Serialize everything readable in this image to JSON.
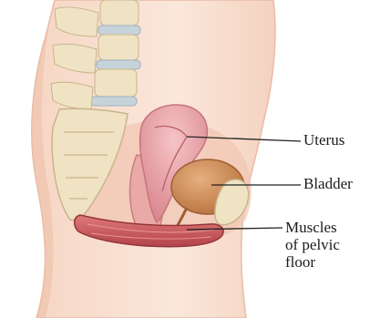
{
  "labels": {
    "uterus": "Uterus",
    "bladder": "Bladder",
    "muscles_line1": "Muscles",
    "muscles_line2": "of pelvic",
    "muscles_line3": "floor"
  },
  "colors": {
    "skin": "#f7dccb",
    "skin_shadow": "#eebfa8",
    "bone": "#efe3c4",
    "bone_outline": "#c9b48a",
    "disc": "#c7d3db",
    "uterus": "#eaa7ad",
    "bladder": "#c98a5a",
    "muscle": "#c9565a",
    "leader_line": "#222222"
  }
}
